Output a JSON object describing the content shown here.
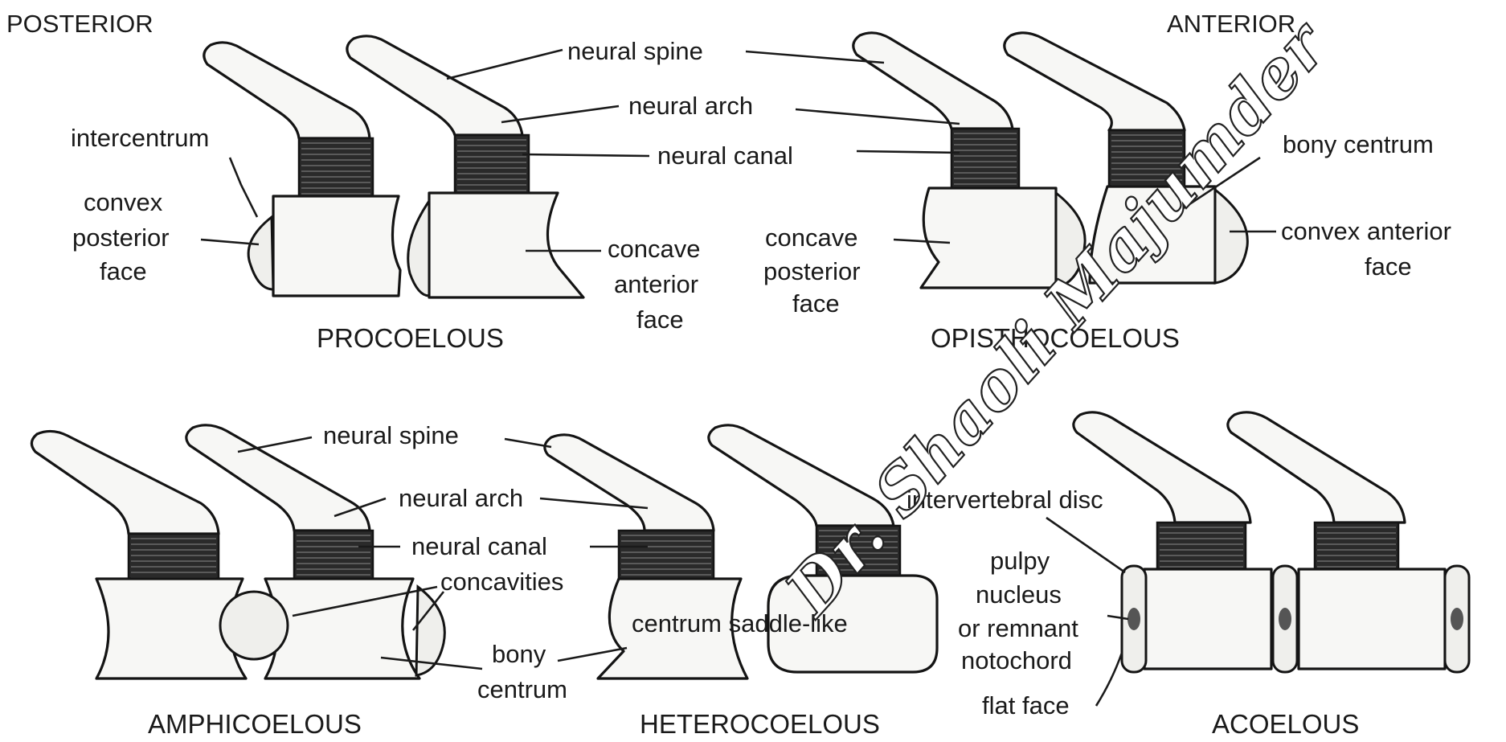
{
  "orientation": {
    "left": "POSTERIOR",
    "right": "ANTERIOR"
  },
  "types": {
    "procoelous": "PROCOELOUS",
    "opisthocoelous": "OPISTHOCOELOUS",
    "amphicoelous": "AMPHICOELOUS",
    "heterocoelous": "HETEROCOELOUS",
    "acoelous": "ACOELOUS"
  },
  "top_labels": {
    "neural_spine": "neural spine",
    "neural_arch": "neural arch",
    "neural_canal": "neural canal",
    "intercentrum": "intercentrum",
    "convex_posterior_face": [
      "convex",
      "posterior",
      "face"
    ],
    "concave_anterior_face": [
      "concave",
      "anterior",
      "face"
    ],
    "concave_posterior_face": [
      "concave",
      "posterior",
      "face"
    ],
    "bony_centrum": "bony centrum",
    "convex_anterior_face": [
      "convex anterior",
      "face"
    ]
  },
  "bottom_labels": {
    "neural_spine": "neural spine",
    "neural_arch": "neural arch",
    "neural_canal": "neural canal",
    "concavities": "concavities",
    "bony_centrum": [
      "bony",
      "centrum"
    ],
    "centrum_saddle_like": "centrum saddle-like",
    "intervertebral_disc": "intervertebral disc",
    "pulpy_nucleus": [
      "pulpy",
      "nucleus",
      "or remnant",
      "notochord"
    ],
    "flat_face": "flat face"
  },
  "watermark": "Dr. Shaoli Majumder"
}
